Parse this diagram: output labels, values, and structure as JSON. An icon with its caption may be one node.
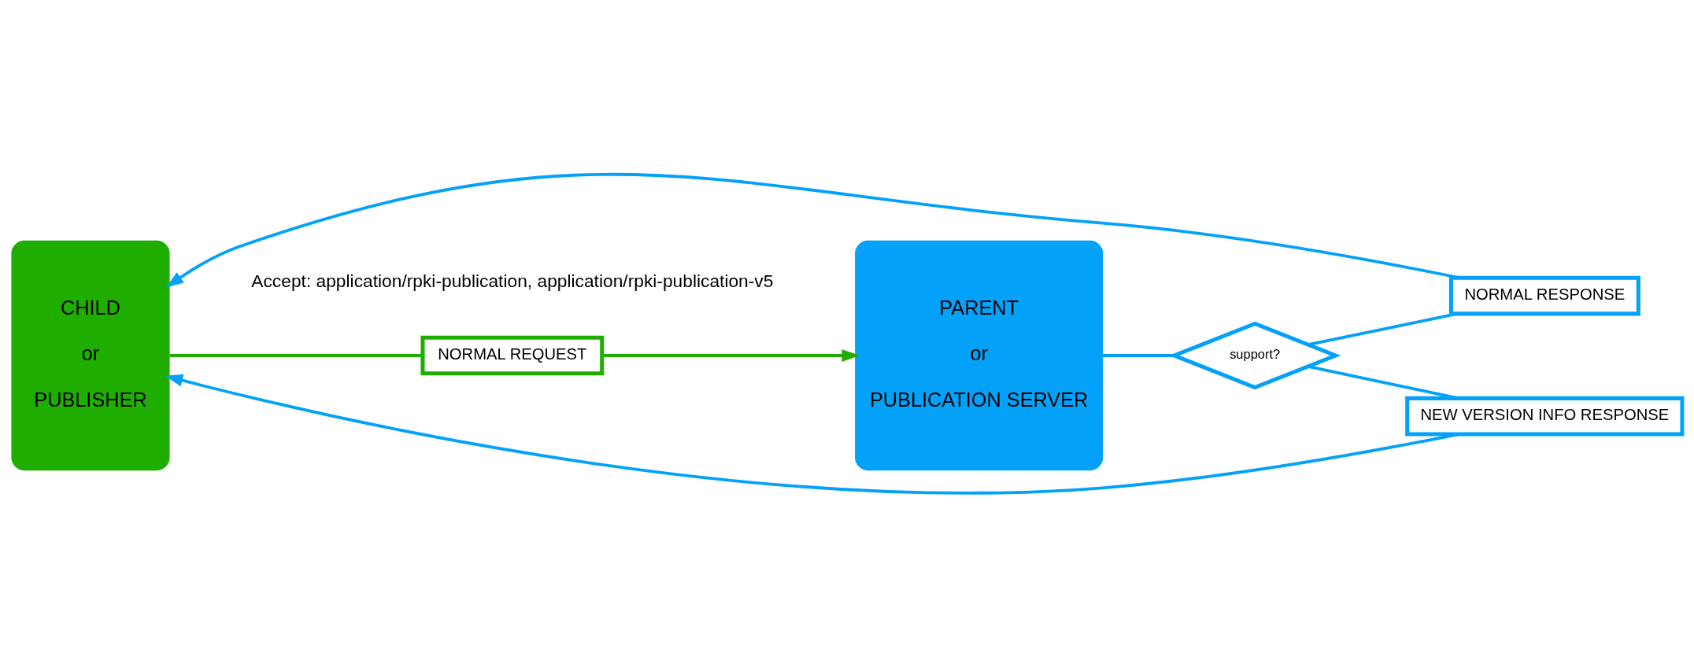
{
  "diagram": {
    "nodes": [
      {
        "text": [
          "CHILD",
          "or",
          "PUBLISHER"
        ]
      },
      {
        "text": [
          "NORMAL REQUEST"
        ]
      },
      {
        "text": [
          "PARENT",
          "or",
          "PUBLICATION SERVER"
        ]
      },
      {
        "text": [
          "NORMAL RESPONSE"
        ]
      },
      {
        "text": [
          "support?"
        ]
      },
      {
        "text": [
          "NEW VERSION INFO RESPONSE"
        ]
      }
    ],
    "edges": [
      {
        "from": 0,
        "to": 1,
        "arrow": "none",
        "color": "#1fae00"
      },
      {
        "from": 1,
        "to": 2,
        "arrow": "to",
        "color": "#1fae00"
      },
      {
        "from": 2,
        "to": 4,
        "arrow": "none"
      },
      {
        "from": 4,
        "to": 3,
        "arrow": "none"
      },
      {
        "from": 3,
        "to": 0,
        "arrow": "to"
      },
      {
        "from": 4,
        "to": 5,
        "arrow": "none"
      },
      {
        "from": 5,
        "to": 0,
        "arrow": "to"
      }
    ],
    "labels": [
      "Accept: application/rpki-publication, application/rpki-publication-v5"
    ]
  }
}
